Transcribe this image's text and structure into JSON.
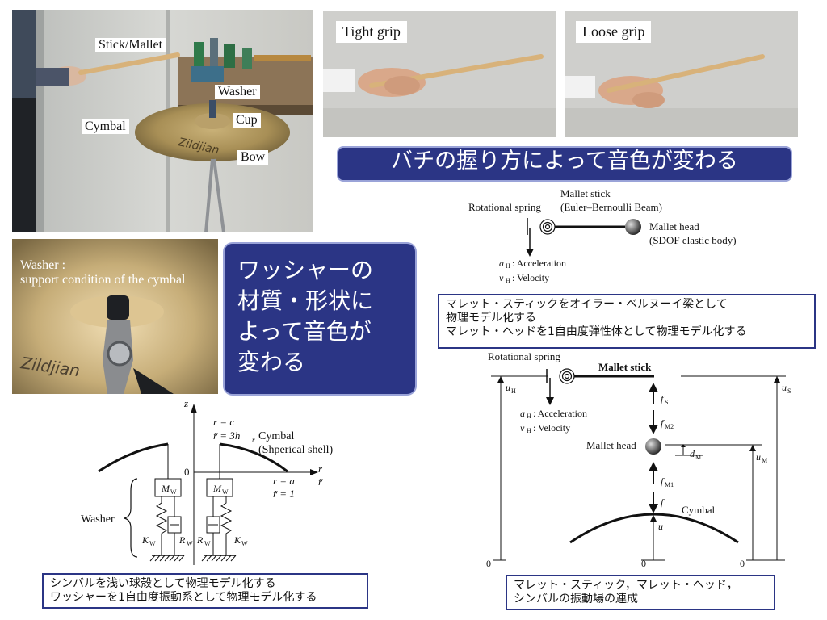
{
  "photo_cymbal": {
    "labels": {
      "stick": "Stick/Mallet",
      "washer": "Washer",
      "cup": "Cup",
      "cymbal": "Cymbal",
      "bow": "Bow"
    },
    "brand_text": "Zildjian"
  },
  "photo_tight": {
    "label": "Tight grip"
  },
  "photo_loose": {
    "label": "Loose grip"
  },
  "grip_caption": "バチの握り方によって音色が変わる",
  "photo_washer": {
    "label_line1": "Washer :",
    "label_line2": "support condition of the cymbal",
    "brand_text": "Zildjian"
  },
  "washer_caption": {
    "line1": "ワッシャーの",
    "line2": "材質・形状に",
    "line3": "よって音色が",
    "line4": "変わる"
  },
  "mallet_model": {
    "mallet_stick": "Mallet stick",
    "beam": "(Euler–Bernoulli Beam)",
    "rot_spring": "Rotational spring",
    "mallet_head": "Mallet head",
    "sdof": "(SDOF elastic body)",
    "accel_sym": "a",
    "accel_sub": "H",
    "accel_text": ": Acceleration",
    "vel_sym": "v",
    "vel_sub": "H",
    "vel_text": ": Velocity"
  },
  "mallet_note": {
    "line1": "マレット・スティックをオイラー・ベルヌーイ梁として",
    "line2": "物理モデル化する",
    "line3": "マレット・ヘッドを1自由度弾性体として物理モデル化する"
  },
  "coupled_model": {
    "rot_spring": "Rotational spring",
    "mallet_stick": "Mallet stick",
    "uH": "u",
    "uH_sub": "H",
    "uS": "u",
    "uS_sub": "S",
    "fS": "f",
    "fS_sub": "S",
    "fM2": "f",
    "fM2_sub": "M2",
    "mallet_head": "Mallet head",
    "dM": "d",
    "dM_sub": "M",
    "uM": "u",
    "uM_sub": "M",
    "fM1": "f",
    "fM1_sub": "M1",
    "f": "f",
    "cymbal": "Cymbal",
    "u": "u",
    "accel_sym": "a",
    "accel_sub": "H",
    "accel_text": ": Acceleration",
    "vel_sym": "v",
    "vel_sub": "H",
    "vel_text": ": Velocity",
    "zero": "0"
  },
  "coupled_note": {
    "line1": "マレット・スティック，マレット・ヘッド，",
    "line2": "シンバルの振動場の連成"
  },
  "washer_model": {
    "z": "z",
    "r_eq_c": "r = c",
    "r_tilde_3h": "r̃ = 3h",
    "r_tilde_3h_sub": "r",
    "cymbal": "Cymbal",
    "shell": "(Shperical shell)",
    "zero": "0",
    "r": "r",
    "r_tilde": "r̃",
    "r_eq_a": "r = a",
    "r_tilde_1": "r̃ = 1",
    "washer": "Washer",
    "Mw": "M",
    "Mw_sub": "W",
    "Kw": "K",
    "Kw_sub": "W",
    "Rw": "R",
    "Rw_sub": "W"
  },
  "washer_note": {
    "line1": "シンバルを浅い球殻として物理モデル化する",
    "line2": "ワッシャーを1自由度振動系として物理モデル化する"
  },
  "colors": {
    "accent": "#2b3585",
    "border_light": "#9aa3d8"
  }
}
